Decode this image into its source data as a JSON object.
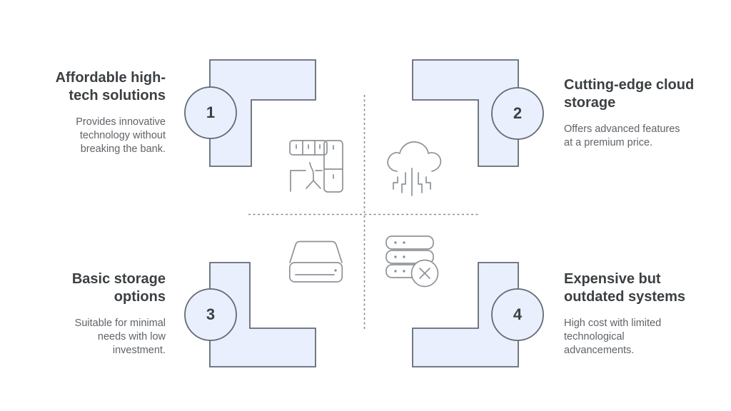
{
  "diagram": {
    "type": "quadrant-comparison",
    "quadrants": [
      {
        "number": "1",
        "title": "Affordable high-\ntech solutions",
        "description": "Provides innovative\ntechnology without\nbreaking the bank.",
        "icon": "office-workstation-icon"
      },
      {
        "number": "2",
        "title": "Cutting-edge cloud\nstorage",
        "description": "Offers advanced features\nat a premium price.",
        "icon": "cloud-computing-icon"
      },
      {
        "number": "3",
        "title": "Basic storage\noptions",
        "description": "Suitable for minimal\nneeds with low\ninvestment.",
        "icon": "hard-drive-icon"
      },
      {
        "number": "4",
        "title": "Expensive but\noutdated systems",
        "description": "High cost with limited\ntechnological\nadvancements.",
        "icon": "server-error-icon"
      }
    ]
  },
  "colors": {
    "shape-fill": "#e9effc",
    "shape-stroke": "#636b75",
    "title-color": "#3c4043",
    "body-color": "#5f6368",
    "icon-stroke": "#8e9297",
    "divider-color": "#878c91",
    "number-color": "#3c4043",
    "bg": "#ffffff"
  }
}
